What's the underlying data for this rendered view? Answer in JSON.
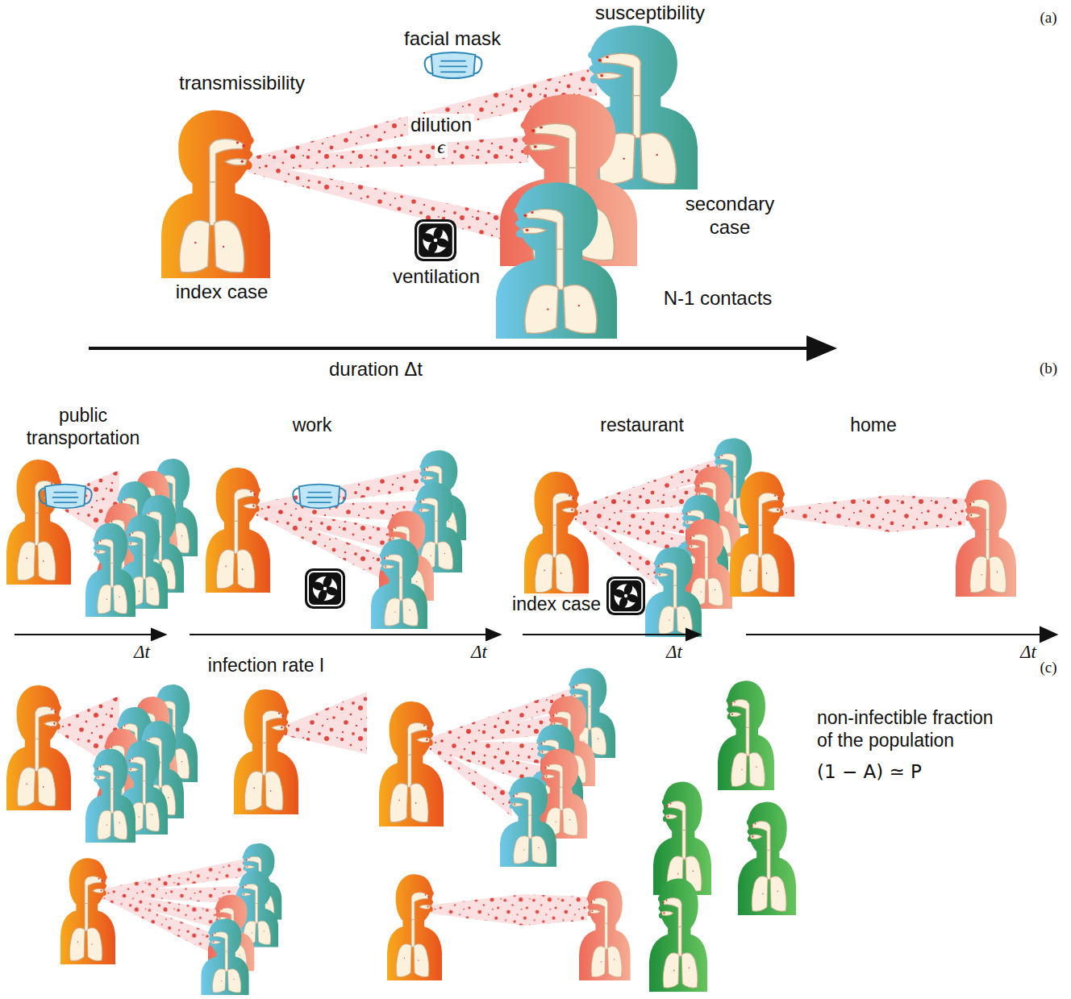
{
  "diagram": {
    "labels": [
      "susceptibility",
      "(a)",
      "facial mask",
      "transmissibility",
      "dilution",
      "ϵ",
      "secondary case",
      "index case",
      "ventilation",
      "N-1 contacts",
      "duration Δt",
      "(b)",
      "public transportation",
      "work",
      "restaurant",
      "home",
      "index case",
      "Δt",
      "Δt",
      "Δt",
      "Δt",
      "infection rate I",
      "(c)",
      "non-infectible fraction of the population",
      "(1 − A) ≃ P"
    ]
  }
}
